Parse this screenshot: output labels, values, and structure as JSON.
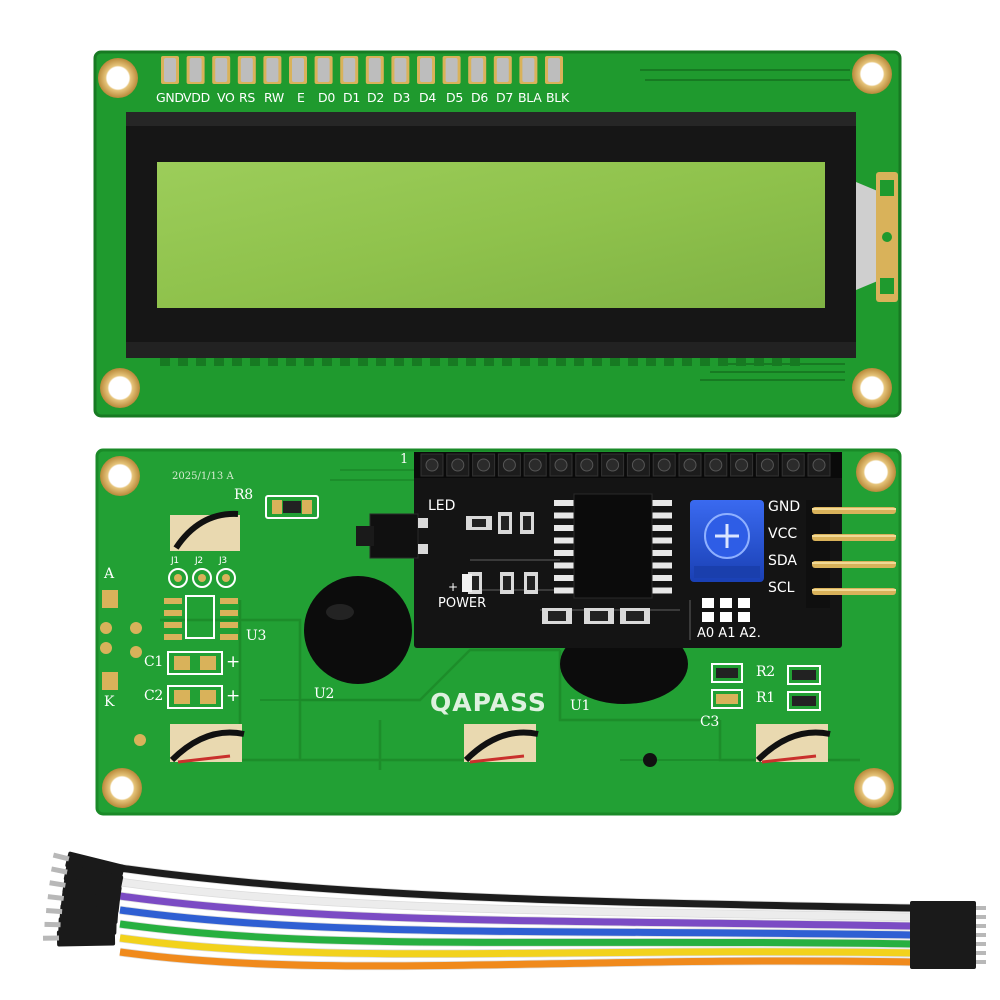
{
  "top_board": {
    "pin_labels": [
      "GND",
      "VDD",
      "VO",
      "RS",
      "RW",
      "E",
      "D0",
      "D1",
      "D2",
      "D3",
      "D4",
      "D5",
      "D6",
      "D7",
      "BLA",
      "BLK"
    ]
  },
  "back_board": {
    "date_code": "2025/1/13 A",
    "silkscreen": {
      "r8": "R8",
      "j1": "J1",
      "j2": "J2",
      "j3": "J3",
      "a": "A",
      "k": "K",
      "u3": "U3",
      "c1": "C1",
      "c2": "C2",
      "plus1": "+",
      "plus2": "+",
      "u2": "U2",
      "u1": "U1",
      "r2": "R2",
      "r1": "R1",
      "c3": "C3",
      "one": "1"
    },
    "brand": "QAPASS"
  },
  "i2c_module": {
    "led_label": "LED",
    "power_label": "POWER",
    "power_plus": "+",
    "address_labels": "A0 A1 A2.",
    "pin_labels": [
      "GND",
      "VCC",
      "SDA",
      "SCL"
    ]
  },
  "cable": {
    "wire_colors": [
      "#1c1c1c",
      "#ececec",
      "#7b4bc4",
      "#2f5fd3",
      "#27b040",
      "#f2d21c",
      "#f08a1c"
    ]
  },
  "colors": {
    "pcb_green": "#1f9a2e",
    "pcb_dark": "#177a22",
    "lcd_bezel": "#161616",
    "lcd_screen": "#8ec24c",
    "module_black": "#141414",
    "pot_blue": "#2352d6",
    "gold": "#d9b25a"
  }
}
